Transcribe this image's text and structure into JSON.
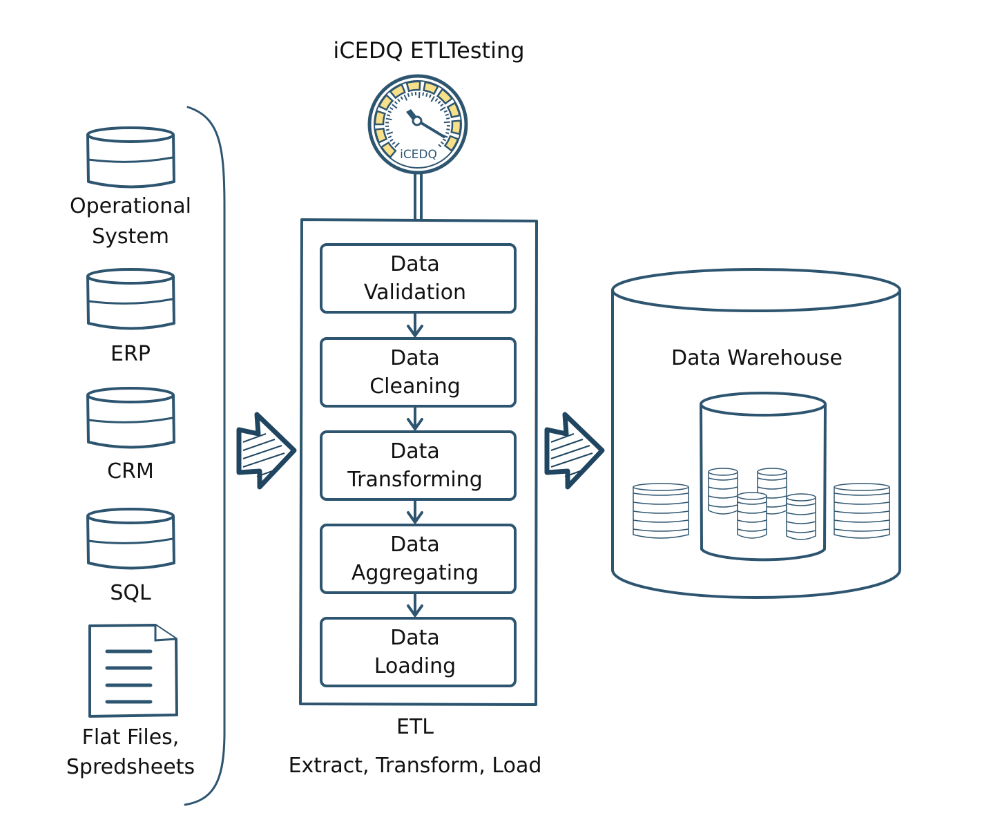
{
  "title": "iCEDQ ETLTesting",
  "gauge": {
    "brand_label": "iCEDQ",
    "accent_color": "#f7e08a"
  },
  "colors": {
    "stroke": "#2e5570",
    "text": "#111111",
    "background": "#ffffff"
  },
  "sources": [
    {
      "label_line1": "Operational",
      "label_line2": "System",
      "icon": "database-icon"
    },
    {
      "label_line1": "ERP",
      "label_line2": "",
      "icon": "database-icon"
    },
    {
      "label_line1": "CRM",
      "label_line2": "",
      "icon": "database-icon"
    },
    {
      "label_line1": "SQL",
      "label_line2": "",
      "icon": "database-icon"
    },
    {
      "label_line1": "Flat Files,",
      "label_line2": "Spredsheets",
      "icon": "document-icon"
    }
  ],
  "etl": {
    "steps": [
      {
        "line1": "Data",
        "line2": "Validation"
      },
      {
        "line1": "Data",
        "line2": "Cleaning"
      },
      {
        "line1": "Data",
        "line2": "Transforming"
      },
      {
        "line1": "Data",
        "line2": "Aggregating"
      },
      {
        "line1": "Data",
        "line2": "Loading"
      }
    ],
    "caption": "ETL",
    "subcaption": "Extract, Transform, Load"
  },
  "warehouse": {
    "label": "Data Warehouse"
  }
}
